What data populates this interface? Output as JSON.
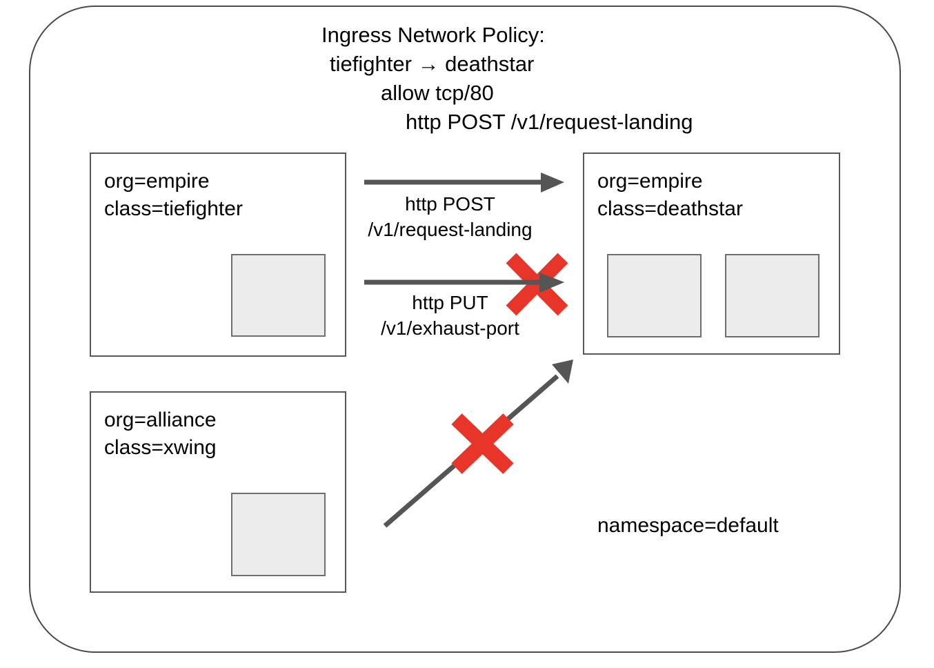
{
  "diagram": {
    "title_lines": [
      "Ingress Network Policy:",
      "tiefighter → deathstar",
      "allow tcp/80",
      "http POST /v1/request-landing"
    ],
    "namespace_label": "namespace=default",
    "colors": {
      "arrow": "#555555",
      "deny_x": "#e8352a",
      "box_border": "#575757",
      "pod_fill": "#ececec",
      "pod_border": "#6e6e6e",
      "container_border": "#4a4a4a",
      "text": "#000000"
    },
    "endpoints": [
      {
        "id": "tiefighter",
        "labels": [
          "org=empire",
          "class=tiefighter"
        ],
        "pod_count": 1
      },
      {
        "id": "xwing",
        "labels": [
          "org=alliance",
          "class=xwing"
        ],
        "pod_count": 1
      },
      {
        "id": "deathstar",
        "labels": [
          "org=empire",
          "class=deathstar"
        ],
        "pod_count": 2
      }
    ],
    "flows": [
      {
        "id": "post-request-landing",
        "from": "tiefighter",
        "to": "deathstar",
        "label_lines": [
          "http POST",
          "/v1/request-landing"
        ],
        "allowed": true
      },
      {
        "id": "put-exhaust-port",
        "from": "tiefighter",
        "to": "deathstar",
        "label_lines": [
          "http PUT",
          "/v1/exhaust-port"
        ],
        "allowed": false
      },
      {
        "id": "xwing-to-deathstar",
        "from": "xwing",
        "to": "deathstar",
        "label_lines": [],
        "allowed": false
      }
    ]
  }
}
